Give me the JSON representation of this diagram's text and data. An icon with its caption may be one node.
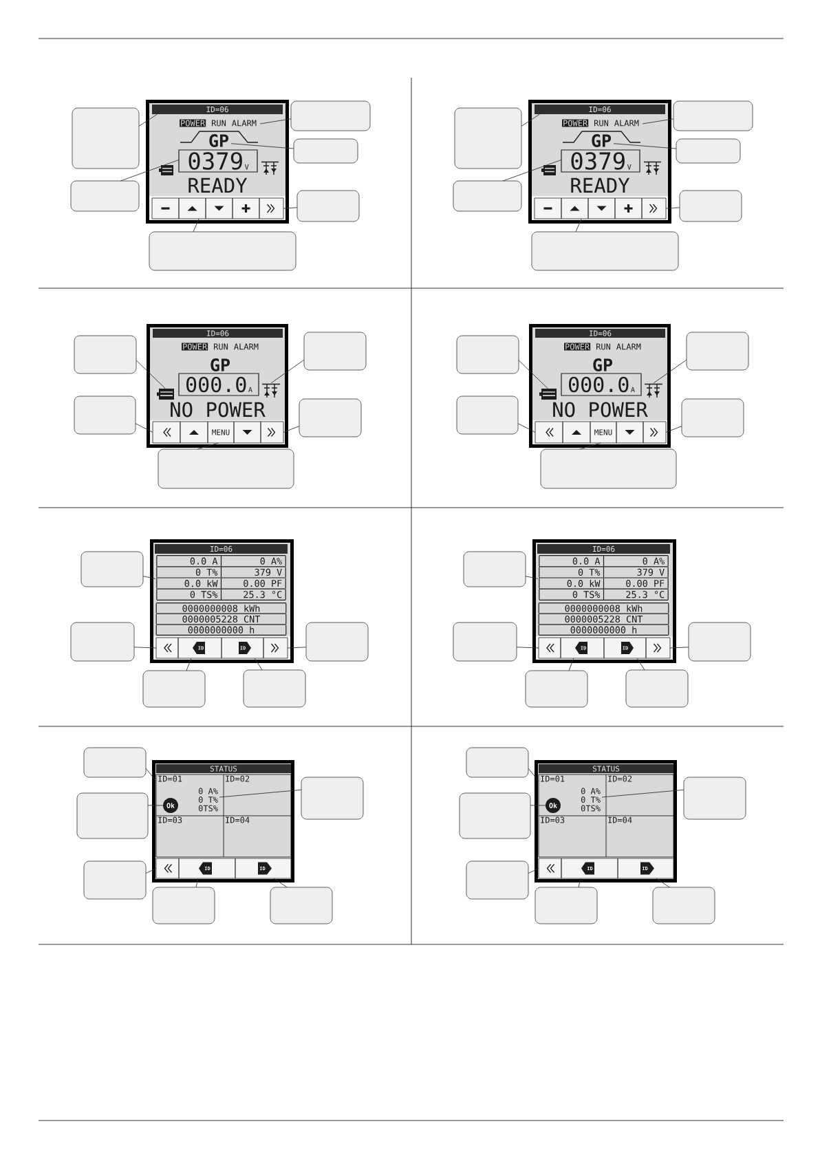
{
  "diagram": {
    "nodes": [
      {
        "text": [
          "READY"
        ]
      },
      {
        "text": [
          "ID=06"
        ],
        "in": 0
      },
      {
        "text": [
          "POWER",
          "RUN",
          "ALARM"
        ],
        "in": 0
      },
      {
        "text": [
          "GP"
        ],
        "in": 0
      },
      {
        "text": [
          "0379",
          "V"
        ],
        "in": 0
      },
      {
        "text": [],
        "shape": "box",
        "in": 0
      },
      {
        "text": [],
        "shape": "box",
        "in": 0
      },
      {
        "text": [],
        "shape": "box",
        "in": 0
      },
      {
        "text": [],
        "shape": "box",
        "in": 0
      },
      {
        "text": [],
        "shape": "box",
        "in": 0
      },
      {
        "text": [],
        "shape": "callout"
      },
      {
        "text": [],
        "shape": "callout"
      },
      {
        "text": [],
        "shape": "callout"
      },
      {
        "text": [],
        "shape": "callout"
      },
      {
        "text": [],
        "shape": "callout"
      },
      {
        "text": [],
        "shape": "callout"
      },
      {
        "text": [
          "READY"
        ]
      },
      {
        "text": [
          "ID=06"
        ],
        "in": 16
      },
      {
        "text": [
          "POWER",
          "RUN",
          "ALARM"
        ],
        "in": 16
      },
      {
        "text": [
          "GP"
        ],
        "in": 16
      },
      {
        "text": [
          "0379",
          "V"
        ],
        "in": 16
      },
      {
        "text": [],
        "shape": "box",
        "in": 16
      },
      {
        "text": [],
        "shape": "box",
        "in": 16
      },
      {
        "text": [],
        "shape": "box",
        "in": 16
      },
      {
        "text": [],
        "shape": "box",
        "in": 16
      },
      {
        "text": [],
        "shape": "box",
        "in": 16
      },
      {
        "text": [],
        "shape": "callout"
      },
      {
        "text": [],
        "shape": "callout"
      },
      {
        "text": [],
        "shape": "callout"
      },
      {
        "text": [],
        "shape": "callout"
      },
      {
        "text": [],
        "shape": "callout"
      },
      {
        "text": [],
        "shape": "callout"
      },
      {
        "text": [
          "NO POWER"
        ]
      },
      {
        "text": [
          "ID=06"
        ],
        "in": 32
      },
      {
        "text": [
          "POWER",
          "RUN",
          "ALARM"
        ],
        "in": 32
      },
      {
        "text": [
          "GP"
        ],
        "in": 32
      },
      {
        "text": [
          "000.0",
          "A"
        ],
        "in": 32
      },
      {
        "text": [],
        "shape": "picture",
        "in": 32
      },
      {
        "text": [],
        "shape": "picture",
        "in": 32
      },
      {
        "text": [],
        "shape": "box",
        "in": 32
      },
      {
        "text": [],
        "shape": "box",
        "in": 32
      },
      {
        "text": [
          "MENU"
        ],
        "in": 32
      },
      {
        "text": [],
        "shape": "box",
        "in": 32
      },
      {
        "text": [],
        "shape": "box",
        "in": 32
      },
      {
        "text": [],
        "shape": "callout"
      },
      {
        "text": [],
        "shape": "callout"
      },
      {
        "text": [],
        "shape": "callout"
      },
      {
        "text": [],
        "shape": "callout"
      },
      {
        "text": [],
        "shape": "callout"
      },
      {
        "text": [
          "NO POWER"
        ]
      },
      {
        "text": [
          "ID=06"
        ],
        "in": 49
      },
      {
        "text": [
          "POWER",
          "RUN",
          "ALARM"
        ],
        "in": 49
      },
      {
        "text": [
          "GP"
        ],
        "in": 49
      },
      {
        "text": [
          "000.0",
          "A"
        ],
        "in": 49
      },
      {
        "text": [],
        "shape": "picture",
        "in": 49
      },
      {
        "text": [],
        "shape": "picture",
        "in": 49
      },
      {
        "text": [],
        "shape": "box",
        "in": 49
      },
      {
        "text": [],
        "shape": "box",
        "in": 49
      },
      {
        "text": [
          "MENU"
        ],
        "in": 49
      },
      {
        "text": [],
        "shape": "box",
        "in": 49
      },
      {
        "text": [],
        "shape": "box",
        "in": 49
      },
      {
        "text": [],
        "shape": "callout"
      },
      {
        "text": [],
        "shape": "callout"
      },
      {
        "text": [],
        "shape": "callout"
      },
      {
        "text": [],
        "shape": "callout"
      },
      {
        "text": [],
        "shape": "callout"
      },
      {
        "text": [],
        "shape": "box"
      },
      {
        "text": [
          "ID=06"
        ],
        "in": 66
      },
      {
        "text": [
          "0.0 A",
          "0 A%",
          "0 T%",
          "379 V",
          "0.0 kW",
          "0.00 PF",
          "0 TS%",
          "25.3 °C"
        ],
        "in": 66
      },
      {
        "text": [
          "0000000008 kWh",
          "0000005228 CNT",
          "0000000000 h"
        ],
        "in": 66
      },
      {
        "text": [],
        "shape": "box",
        "in": 66
      },
      {
        "text": [
          "ID"
        ],
        "in": 66
      },
      {
        "text": [
          "ID"
        ],
        "in": 66
      },
      {
        "text": [],
        "shape": "box",
        "in": 66
      },
      {
        "text": [],
        "shape": "callout"
      },
      {
        "text": [],
        "shape": "callout"
      },
      {
        "text": [],
        "shape": "callout"
      },
      {
        "text": [],
        "shape": "callout"
      },
      {
        "text": [],
        "shape": "callout"
      },
      {
        "text": [],
        "shape": "box"
      },
      {
        "text": [
          "ID=06"
        ],
        "in": 79
      },
      {
        "text": [
          "0.0 A",
          "0 A%",
          "0 T%",
          "379 V",
          "0.0 kW",
          "0.00 PF",
          "0 TS%",
          "25.3 °C"
        ],
        "in": 79
      },
      {
        "text": [
          "0000000008 kWh",
          "0000005228 CNT",
          "0000000000 h"
        ],
        "in": 79
      },
      {
        "text": [],
        "shape": "box",
        "in": 79
      },
      {
        "text": [
          "ID"
        ],
        "in": 79
      },
      {
        "text": [
          "ID"
        ],
        "in": 79
      },
      {
        "text": [],
        "shape": "box",
        "in": 79
      },
      {
        "text": [],
        "shape": "callout"
      },
      {
        "text": [],
        "shape": "callout"
      },
      {
        "text": [],
        "shape": "callout"
      },
      {
        "text": [],
        "shape": "callout"
      },
      {
        "text": [],
        "shape": "callout"
      },
      {
        "text": [],
        "shape": "box"
      },
      {
        "text": [
          "STATUS"
        ],
        "in": 92
      },
      {
        "text": [
          "ID=01",
          "ID=02",
          "ID=03",
          "ID=04"
        ],
        "in": 92
      },
      {
        "text": [
          "Ok"
        ],
        "in": 94
      },
      {
        "text": [
          "0 A%",
          "0 T%",
          "0TS%"
        ],
        "in": 94
      },
      {
        "text": [],
        "shape": "box",
        "in": 92
      },
      {
        "text": [
          "ID"
        ],
        "in": 92
      },
      {
        "text": [
          "ID"
        ],
        "in": 92
      },
      {
        "text": [],
        "shape": "callout"
      },
      {
        "text": [],
        "shape": "callout"
      },
      {
        "text": [],
        "shape": "callout"
      },
      {
        "text": [],
        "shape": "callout"
      },
      {
        "text": [],
        "shape": "callout"
      },
      {
        "text": [],
        "shape": "callout"
      },
      {
        "text": [],
        "shape": "box"
      },
      {
        "text": [
          "STATUS"
        ],
        "in": 106
      },
      {
        "text": [
          "ID=01",
          "ID=02",
          "ID=03",
          "ID=04"
        ],
        "in": 106
      },
      {
        "text": [
          "Ok"
        ],
        "in": 108
      },
      {
        "text": [
          "0 A%",
          "0 T%",
          "0TS%"
        ],
        "in": 108
      },
      {
        "text": [],
        "shape": "box",
        "in": 106
      },
      {
        "text": [
          "ID"
        ],
        "in": 106
      },
      {
        "text": [
          "ID"
        ],
        "in": 106
      },
      {
        "text": [],
        "shape": "callout"
      },
      {
        "text": [],
        "shape": "callout"
      },
      {
        "text": [],
        "shape": "callout"
      },
      {
        "text": [],
        "shape": "callout"
      },
      {
        "text": [],
        "shape": "callout"
      },
      {
        "text": [],
        "shape": "callout"
      }
    ],
    "edges": [
      {
        "from": 10,
        "to": 1,
        "arrow": "none"
      },
      {
        "from": 11,
        "to": 2,
        "arrow": "none"
      },
      {
        "from": 12,
        "to": 3,
        "arrow": "none"
      },
      {
        "from": 13,
        "to": 4,
        "arrow": "none"
      },
      {
        "from": 14,
        "to": 9,
        "arrow": "none"
      },
      {
        "from": 15,
        "to": 6,
        "arrow": "none"
      },
      {
        "from": 26,
        "to": 17,
        "arrow": "none"
      },
      {
        "from": 27,
        "to": 18,
        "arrow": "none"
      },
      {
        "from": 28,
        "to": 19,
        "arrow": "none"
      },
      {
        "from": 29,
        "to": 20,
        "arrow": "none"
      },
      {
        "from": 30,
        "to": 25,
        "arrow": "none"
      },
      {
        "from": 31,
        "to": 22,
        "arrow": "none"
      },
      {
        "from": 44,
        "to": 37,
        "arrow": "none"
      },
      {
        "from": 45,
        "to": 38,
        "arrow": "none"
      },
      {
        "from": 46,
        "to": 39,
        "arrow": "none"
      },
      {
        "from": 47,
        "to": 43,
        "arrow": "none"
      },
      {
        "from": 48,
        "to": 41,
        "arrow": "none"
      },
      {
        "from": 61,
        "to": 54,
        "arrow": "none"
      },
      {
        "from": 62,
        "to": 55,
        "arrow": "none"
      },
      {
        "from": 63,
        "to": 56,
        "arrow": "none"
      },
      {
        "from": 64,
        "to": 60,
        "arrow": "none"
      },
      {
        "from": 65,
        "to": 58,
        "arrow": "none"
      },
      {
        "from": 74,
        "to": 68,
        "arrow": "none"
      },
      {
        "from": 75,
        "to": 70,
        "arrow": "none"
      },
      {
        "from": 76,
        "to": 73,
        "arrow": "none"
      },
      {
        "from": 77,
        "to": 71,
        "arrow": "none"
      },
      {
        "from": 78,
        "to": 72,
        "arrow": "none"
      },
      {
        "from": 87,
        "to": 81,
        "arrow": "none"
      },
      {
        "from": 88,
        "to": 83,
        "arrow": "none"
      },
      {
        "from": 89,
        "to": 86,
        "arrow": "none"
      },
      {
        "from": 90,
        "to": 84,
        "arrow": "none"
      },
      {
        "from": 91,
        "to": 85,
        "arrow": "none"
      },
      {
        "from": 100,
        "to": 94,
        "arrow": "none"
      },
      {
        "from": 101,
        "to": 95,
        "arrow": "none"
      },
      {
        "from": 102,
        "to": 96,
        "arrow": "none"
      },
      {
        "from": 103,
        "to": 97,
        "arrow": "none"
      },
      {
        "from": 104,
        "to": 98,
        "arrow": "none"
      },
      {
        "from": 105,
        "to": 99,
        "arrow": "none"
      },
      {
        "from": 114,
        "to": 108,
        "arrow": "none"
      },
      {
        "from": 115,
        "to": 109,
        "arrow": "none"
      },
      {
        "from": 116,
        "to": 110,
        "arrow": "none"
      },
      {
        "from": 117,
        "to": 111,
        "arrow": "none"
      },
      {
        "from": 118,
        "to": 112,
        "arrow": "none"
      },
      {
        "from": 119,
        "to": 113,
        "arrow": "none"
      }
    ]
  }
}
